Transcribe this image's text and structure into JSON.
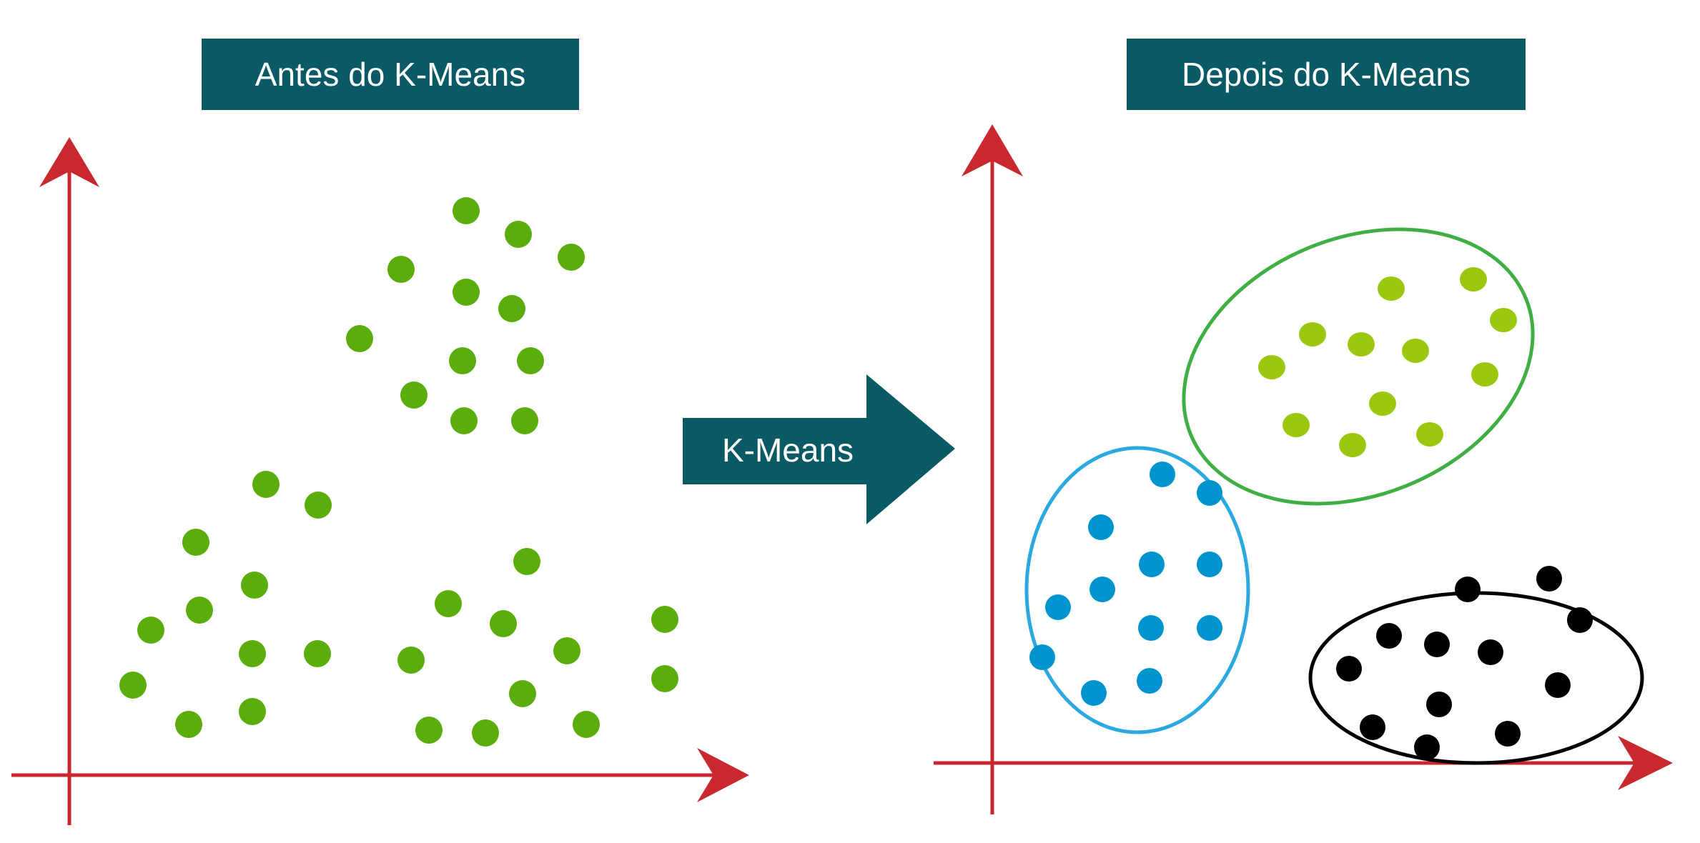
{
  "panels": {
    "before": {
      "title": "Antes do K-Means",
      "points_color": "#5aad0a"
    },
    "after": {
      "title": "Depois do K-Means",
      "clusters": [
        {
          "name": "cluster-blue",
          "point_color": "#0094cf",
          "outline_color": "#2aa8e0"
        },
        {
          "name": "cluster-lime",
          "point_color": "#9ac80e",
          "outline_color": "#3fae43"
        },
        {
          "name": "cluster-black",
          "point_color": "#000000",
          "outline_color": "#000000"
        }
      ]
    }
  },
  "transition_arrow": {
    "label": "K-Means"
  },
  "colors": {
    "title_box": "#0a5a66",
    "axis": "#c8282e"
  },
  "icons": {
    "axis_arrow": "arrowhead-icon",
    "transition": "right-arrow-icon"
  }
}
